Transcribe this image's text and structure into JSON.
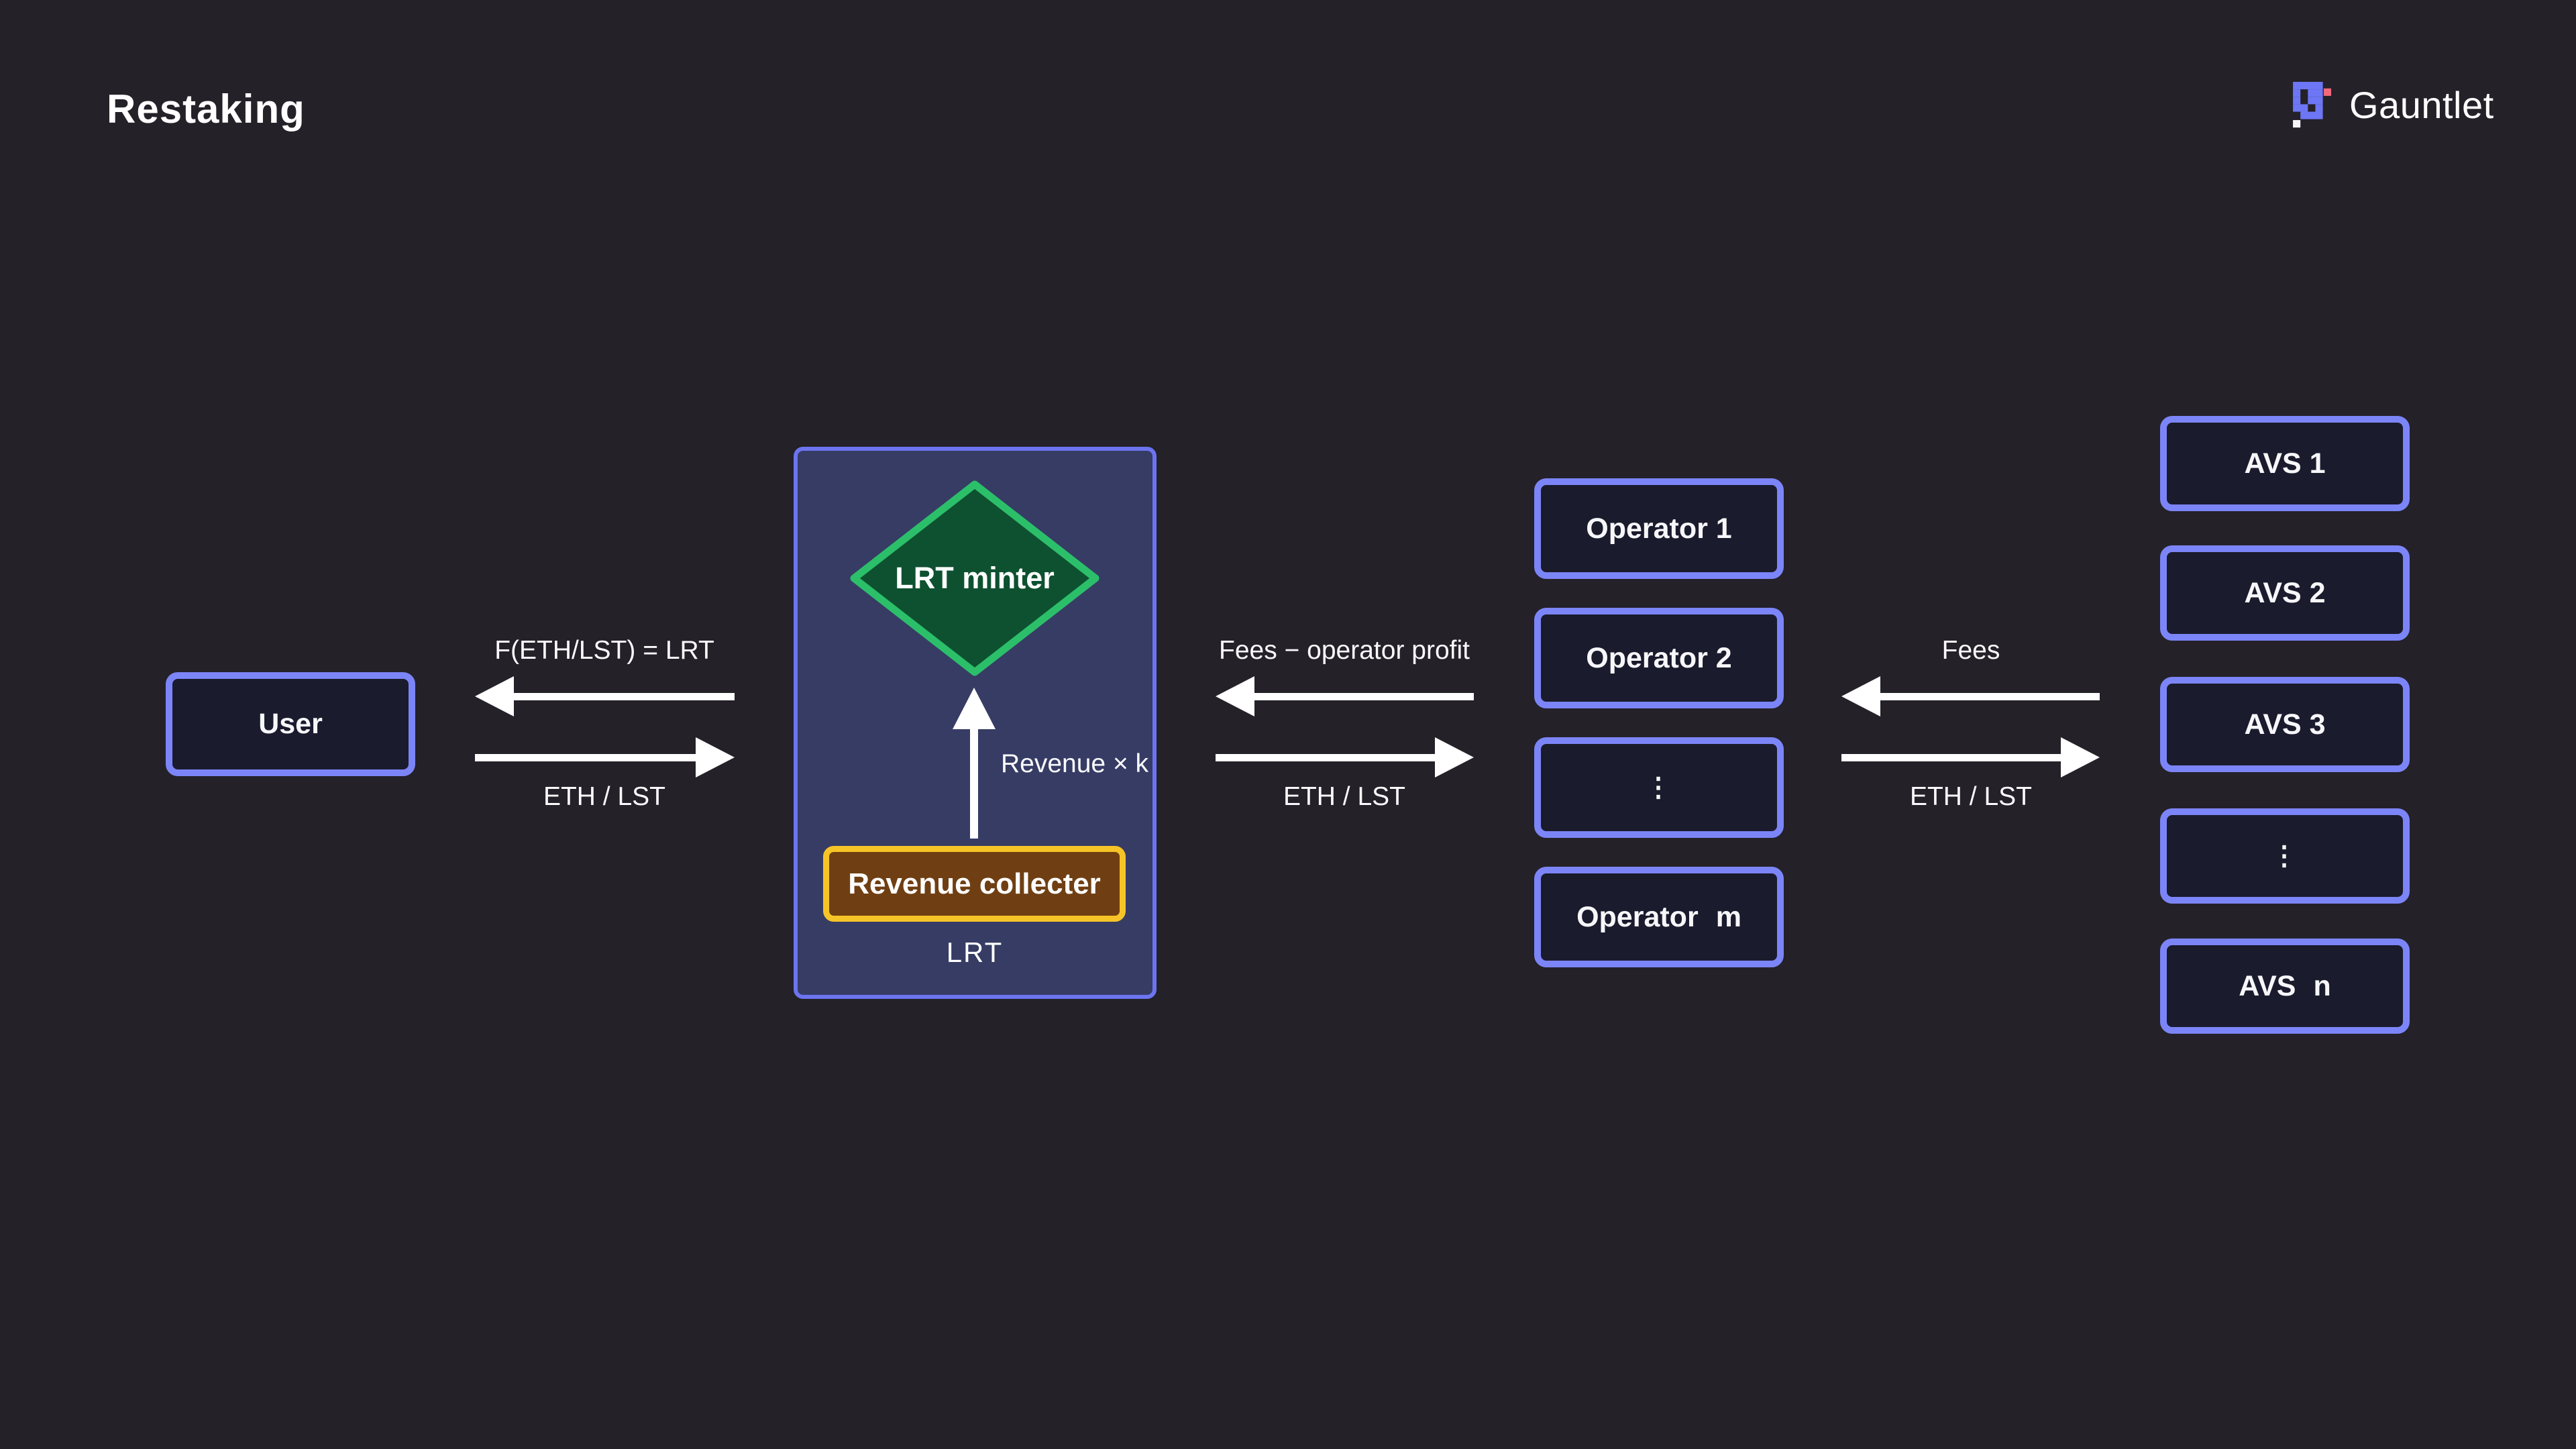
{
  "page": {
    "title": "Restaking",
    "background_color": "#242129"
  },
  "brand": {
    "name": "Gauntlet",
    "logo_blue": "#6d76f4",
    "logo_pink": "#f2697c",
    "logo_white": "#f5f5f7"
  },
  "colors": {
    "node_border": "#7c85f7",
    "node_fill": "#1a1b2d",
    "group_fill": "#363c64",
    "group_border": "#6c74ef",
    "minter_fill": "#0e5130",
    "minter_stroke": "#2cbf6a",
    "collector_fill": "#6f3f13",
    "collector_border": "#f7c428",
    "arrow": "#ffffff"
  },
  "nodes": {
    "user": {
      "label": "User"
    },
    "lrt_group": {
      "label": "LRT",
      "minter_label": "LRT minter",
      "collector_label": "Revenue collecter"
    },
    "operators": {
      "items": [
        {
          "label": "Operator 1"
        },
        {
          "label": "Operator 2"
        },
        {
          "label": "⋮"
        },
        {
          "label": "Operator",
          "suffix": "m"
        }
      ]
    },
    "avs": {
      "items": [
        {
          "label": "AVS 1"
        },
        {
          "label": "AVS 2"
        },
        {
          "label": "AVS 3"
        },
        {
          "label": "⋮"
        },
        {
          "label": "AVS",
          "suffix": "n"
        }
      ]
    }
  },
  "flows": {
    "user_lrt": {
      "back_label": "F(ETH/LST) = LRT",
      "forward_label": "ETH / LST"
    },
    "lrt_operators": {
      "back_label": "Fees − operator profit",
      "forward_label": "ETH / LST"
    },
    "operators_avs": {
      "back_label": "Fees",
      "forward_label": "ETH / LST"
    },
    "collector_minter": {
      "label": "Revenue × k"
    }
  }
}
